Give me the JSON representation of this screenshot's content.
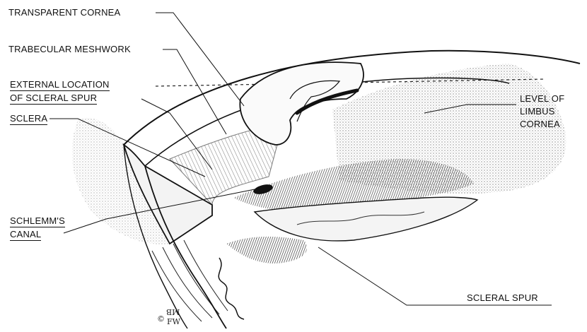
{
  "labels": {
    "transparent_cornea": "TRANSPARENT CORNEA",
    "trabecular_meshwork": "TRABECULAR MESHWORK",
    "external_location_line1": "EXTERNAL LOCATION",
    "external_location_line2": "OF SCLERAL SPUR",
    "sclera": "SCLERA",
    "schlemms_line1": "SCHLEMM'S",
    "schlemms_line2": "CANAL",
    "limbus_line1": "LEVEL OF",
    "limbus_line2": "LIMBUS",
    "limbus_line3": "CORNEA",
    "scleral_spur": "SCLERAL SPUR"
  },
  "signature": {
    "mark": "©",
    "initials_top": "MB",
    "initials_bottom": "FW"
  },
  "colors": {
    "ink": "#111111",
    "shade_dark": "#2a2a2a",
    "shade_mid": "#6d6d6d",
    "shade_light": "#b5b5b5",
    "paper": "#ffffff"
  }
}
